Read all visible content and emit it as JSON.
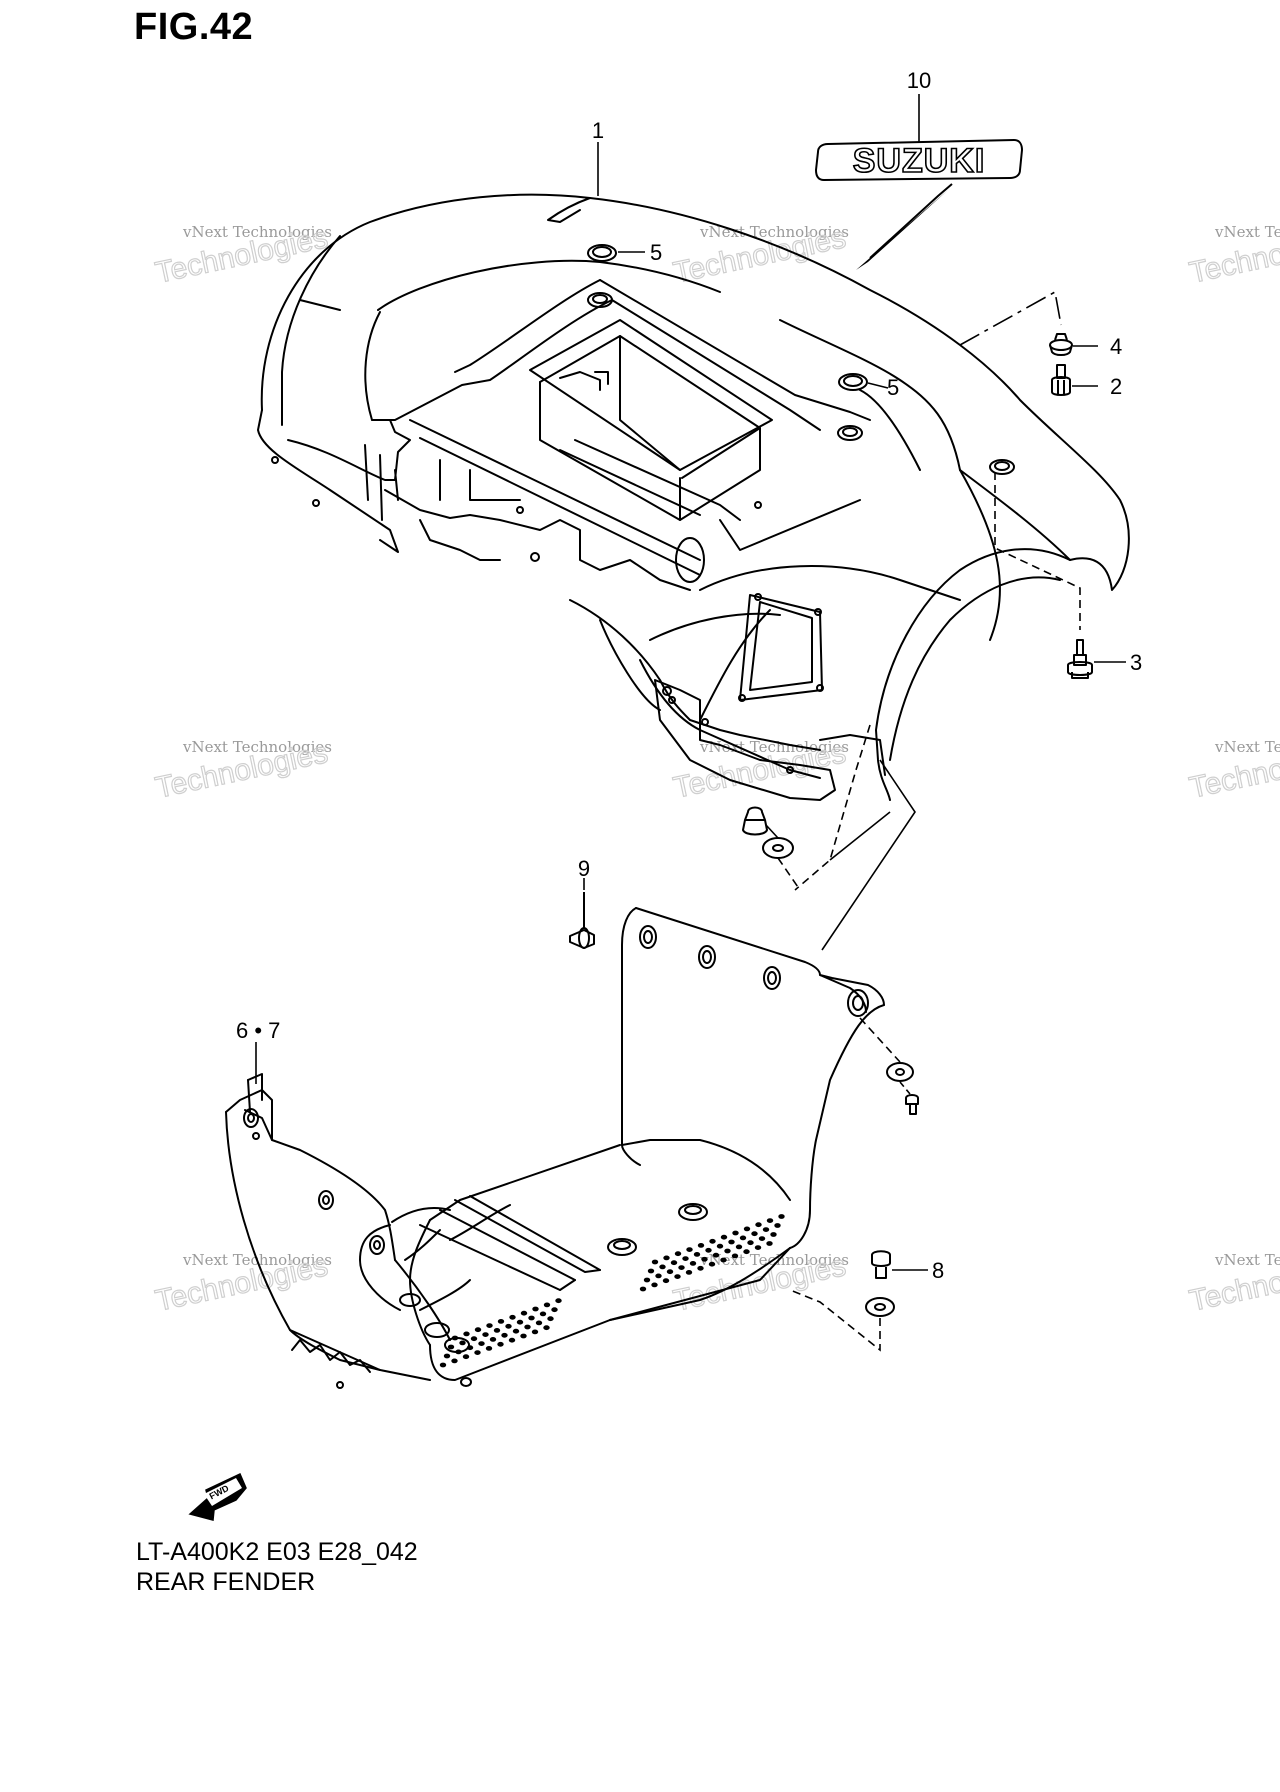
{
  "figure": {
    "title": "FIG.42",
    "model_code": "LT-A400K2 E03 E28_042",
    "part_group": "REAR FENDER"
  },
  "emblem": {
    "text": "SUZUKI"
  },
  "direction_marker": {
    "text": "FWD"
  },
  "watermark": {
    "line1": "vNext Technologies",
    "line2": "Technologies"
  },
  "callouts": [
    {
      "id": "c1",
      "label": "1"
    },
    {
      "id": "c2",
      "label": "2"
    },
    {
      "id": "c3",
      "label": "3"
    },
    {
      "id": "c4",
      "label": "4"
    },
    {
      "id": "c5a",
      "label": "5"
    },
    {
      "id": "c5b",
      "label": "5"
    },
    {
      "id": "c67",
      "label": "6 • 7"
    },
    {
      "id": "c8",
      "label": "8"
    },
    {
      "id": "c9",
      "label": "9"
    },
    {
      "id": "c10",
      "label": "10"
    }
  ]
}
